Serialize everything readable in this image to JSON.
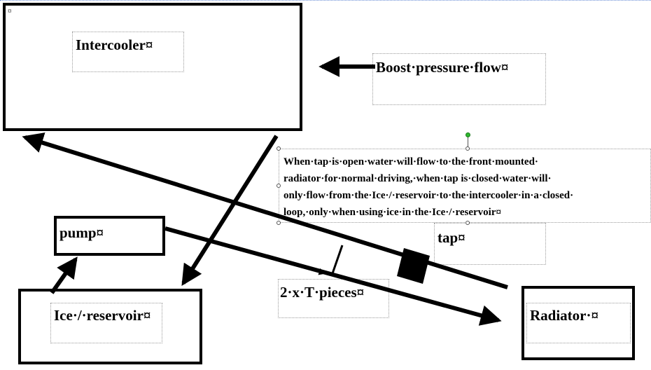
{
  "labels": {
    "intercooler": "Intercooler¤",
    "boost": "Boost·pressure·flow¤",
    "pump": "pump¤",
    "ice_reservoir": "Ice·/·reservoir¤",
    "tap": "tap¤",
    "t_pieces": "2·x·T·pieces¤",
    "radiator": "Radiator·¤",
    "corner_mark": "¤"
  },
  "description": [
    "When·tap·is·open·water·will·flow·to·the·front·mounted·",
    "radiator·for·normal·driving,·when·tap is·closed·water·will·",
    "only·flow·from·the·Ice·/·reservoir·to·the·intercooler·in·a·closed·",
    "loop,·only·when·using·ice·in·the·Ice·/·reservoir¤"
  ],
  "colors": {
    "line": "#000000",
    "selection_handle": "#2eb82e",
    "top_rule": "#6b8fd6"
  }
}
